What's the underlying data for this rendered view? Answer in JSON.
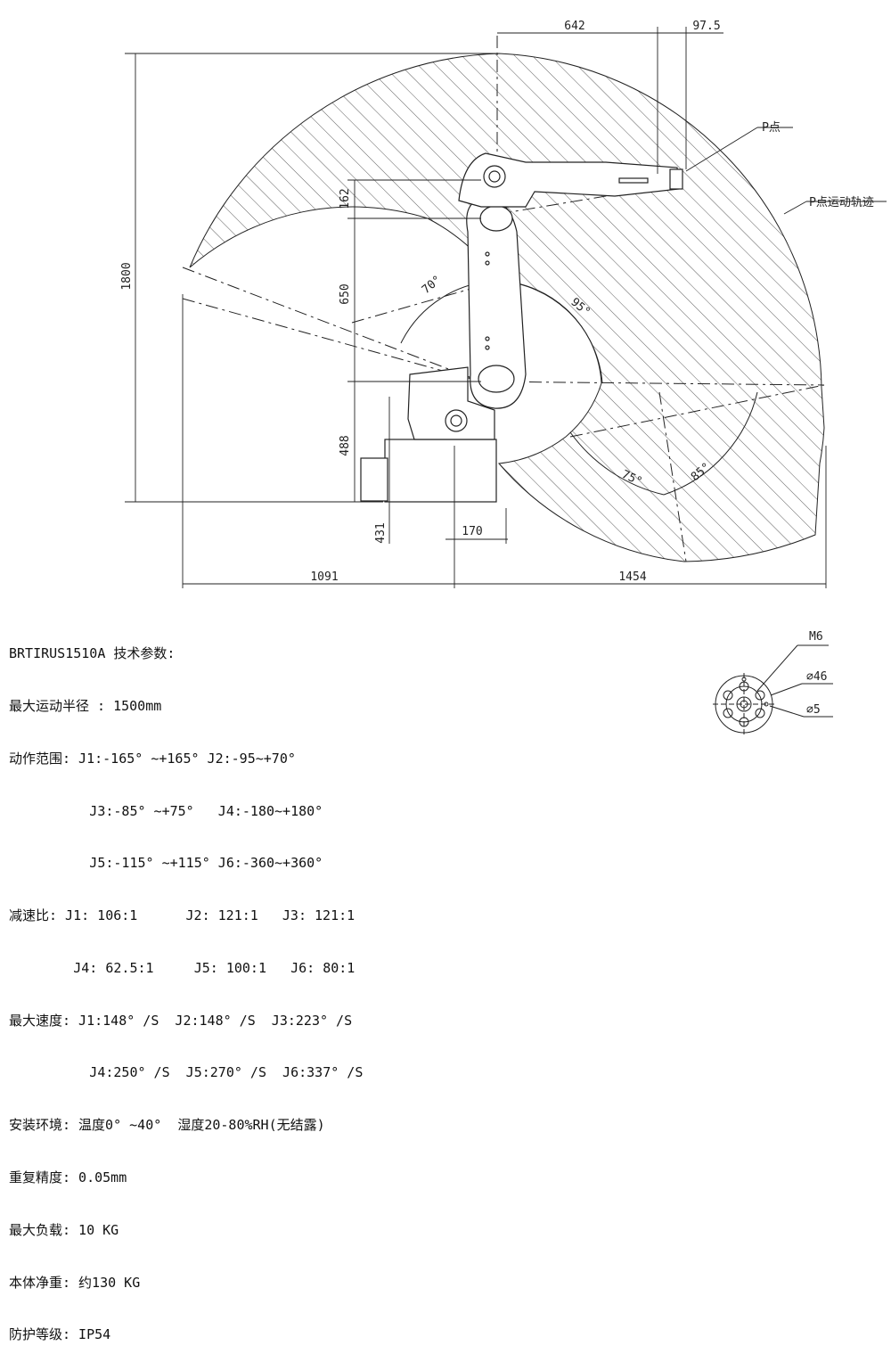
{
  "dimensions": {
    "top_642": "642",
    "top_975": "97.5",
    "h_1800": "1800",
    "h_162": "162",
    "h_650": "650",
    "h_488": "488",
    "h_431": "431",
    "w_170": "170",
    "w_1091": "1091",
    "w_1454": "1454"
  },
  "angles": {
    "a70": "70°",
    "a95": "95°",
    "a75": "75°",
    "a85": "85°"
  },
  "labels": {
    "p_point": "P点",
    "p_trajectory": "P点运动轨迹"
  },
  "flange": {
    "m6": "M6",
    "d46": "∅46",
    "d5": "∅5"
  },
  "specs": {
    "lines": [
      "BRTIRUS1510A 技术参数:",
      "最大运动半径 : 1500mm",
      "动作范围: J1:-165° ~+165° J2:-95~+70°",
      "          J3:-85° ~+75°   J4:-180~+180°",
      "          J5:-115° ~+115° J6:-360~+360°",
      "减速比: J1: 106:1      J2: 121:1   J3: 121:1",
      "        J4: 62.5:1     J5: 100:1   J6: 80:1",
      "最大速度: J1:148° /S  J2:148° /S  J3:223° /S",
      "          J4:250° /S  J5:270° /S  J6:337° /S",
      "安装环境: 温度0° ~40°  湿度20-80%RH(无结露)",
      "重复精度: 0.05mm",
      "最大负载: 10 KG",
      "本体净重: 约130 KG",
      "防护等级: IP54"
    ]
  }
}
